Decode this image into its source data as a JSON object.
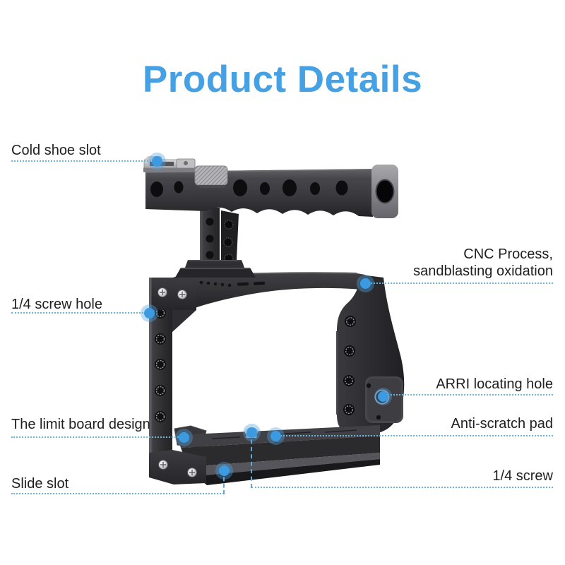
{
  "title": "Product Details",
  "colors": {
    "title_blue": "#45a1e4",
    "callout_line_blue": "#6fb5d9",
    "callout_dot_blue": "#2f96df",
    "label_text": "#1f1f1f",
    "background": "#ffffff",
    "product_body_dark": "#2a2a2d",
    "product_silver": "#c2c2c6"
  },
  "product_illustration": "camera-cage-with-top-handle",
  "callouts": {
    "cold_shoe_slot": {
      "label": "Cold shoe slot",
      "side": "left"
    },
    "quarter_screw_hole": {
      "label": "1/4 screw hole",
      "side": "left"
    },
    "limit_board": {
      "label": "The limit board design",
      "side": "left"
    },
    "slide_slot": {
      "label": "Slide slot",
      "side": "left"
    },
    "cnc_process": {
      "label_line1": "CNC Process,",
      "label_line2": "sandblasting oxidation",
      "side": "right"
    },
    "arri_locating_hole": {
      "label": "ARRI locating hole",
      "side": "right"
    },
    "anti_scratch_pad": {
      "label": "Anti-scratch pad",
      "side": "right"
    },
    "quarter_screw": {
      "label": "1/4 screw",
      "side": "right"
    }
  }
}
